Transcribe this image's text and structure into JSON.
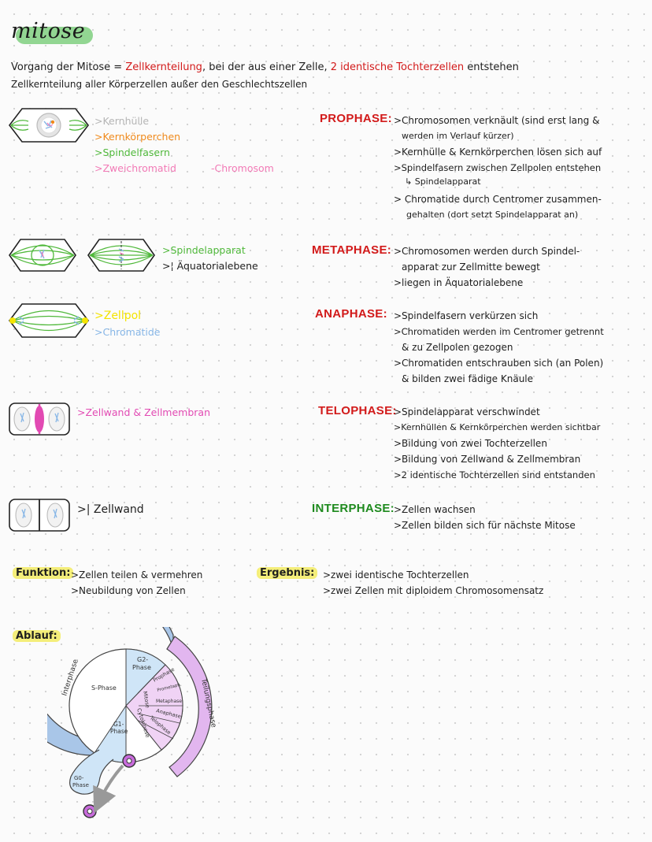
{
  "title": "mitose",
  "intro": {
    "line1_a": "Vorgang der Mitose = ",
    "line1_b": "Zellkernteilung",
    "line1_c": ", bei der aus einer Zelle, ",
    "line1_d": "2 identische Tochterzellen",
    "line1_e": " entstehen",
    "line2": "Zellkernteilung aller Körperzellen außer den Geschlechtszellen"
  },
  "labels": {
    "kernhuelle": ">Kernhülle",
    "kernkoerperchen": ">Kernkörperchen",
    "spindelfasern": ">Spindelfasern",
    "zweichromatid": ">Zweichromatid",
    "chromosom": "-Chromosom",
    "spindelapparat": ">Spindelapparat",
    "aequatorialebene": ">¦ Äquatorialebene",
    "zellpol": ">Zellpol",
    "chromatide": ">Chromatide",
    "zellwand_membran": ">Zellwand & Zellmembran",
    "eine_zellwand": ">| Zellwand"
  },
  "phases": [
    {
      "name": "PROPHASE:",
      "color": "#d21a1a",
      "lines": [
        ">Chromosomen verknäult (sind erst lang &",
        "werden im Verlauf kürzer)",
        ">Kernhülle & Kernkörperchen lösen sich auf",
        ">Spindelfasern zwischen Zellpolen entstehen",
        "↳ Spindelapparat",
        "> Chromatide durch Centromer zusammen-",
        "gehalten (dort setzt Spindelapparat an)"
      ]
    },
    {
      "name": "METAPHASE:",
      "color": "#d21a1a",
      "lines": [
        ">Chromosomen werden durch Spindel-",
        "apparat zur Zellmitte bewegt",
        ">liegen in Äquatorialebene"
      ]
    },
    {
      "name": "ANAPHASE:",
      "color": "#d21a1a",
      "lines": [
        ">Spindelfasern verkürzen sich",
        ">Chromatiden werden im Centromer getrennt",
        "& zu Zellpolen gezogen",
        ">Chromatiden entschrauben sich (an Polen)",
        "& bilden zwei fädige Knäule"
      ]
    },
    {
      "name": "TELOPHASE:",
      "color": "#d21a1a",
      "lines": [
        ">Spindelapparat verschwindet",
        ">Kernhüllen & Kernkörperchen werden sichtbar",
        ">Bildung von zwei Tochterzellen",
        ">Bildung von Zellwand & Zellmembran",
        ">2 identische Tochterzellen sind entstanden"
      ]
    },
    {
      "name": "INTERPHASE:",
      "color": "#1e8a1e",
      "lines": [
        ">Zellen wachsen",
        ">Zellen bilden sich für nächste Mitose"
      ]
    }
  ],
  "funktion": {
    "label": "Funktion:",
    "lines": [
      ">Zellen teilen & vermehren",
      ">Neubildung von Zellen"
    ]
  },
  "ergebnis": {
    "label": "Ergebnis:",
    "lines": [
      ">zwei identische Tochterzellen",
      ">zwei Zellen mit diploidem Chromosomensatz"
    ]
  },
  "ablauf": {
    "label": "Ablauf:",
    "cycle": {
      "interphase": "Interphase",
      "teilungsphase": "Teilungsphase",
      "g2": "G2-",
      "g2b": "Phase",
      "s": "S-Phase",
      "g1": "G1-",
      "g1b": "Phase",
      "g0": "G0-",
      "g0b": "Phase",
      "mitose": "Mitose",
      "cytokinese": "Cytokinese",
      "prophase": "Prophase",
      "prometa": "Prometaph.",
      "metaphase": "Metaphase",
      "anaphase": "Anaphase",
      "telophase": "Telophase"
    }
  },
  "colors": {
    "red": "#d21a1a",
    "green": "#4fb83a",
    "darkgreen": "#1e8a1e",
    "orange": "#f08a1c",
    "pink": "#f27ab6",
    "blue": "#87b6e6",
    "yellow": "#f4e400",
    "highlight_yellow": "#f4ee7a"
  }
}
